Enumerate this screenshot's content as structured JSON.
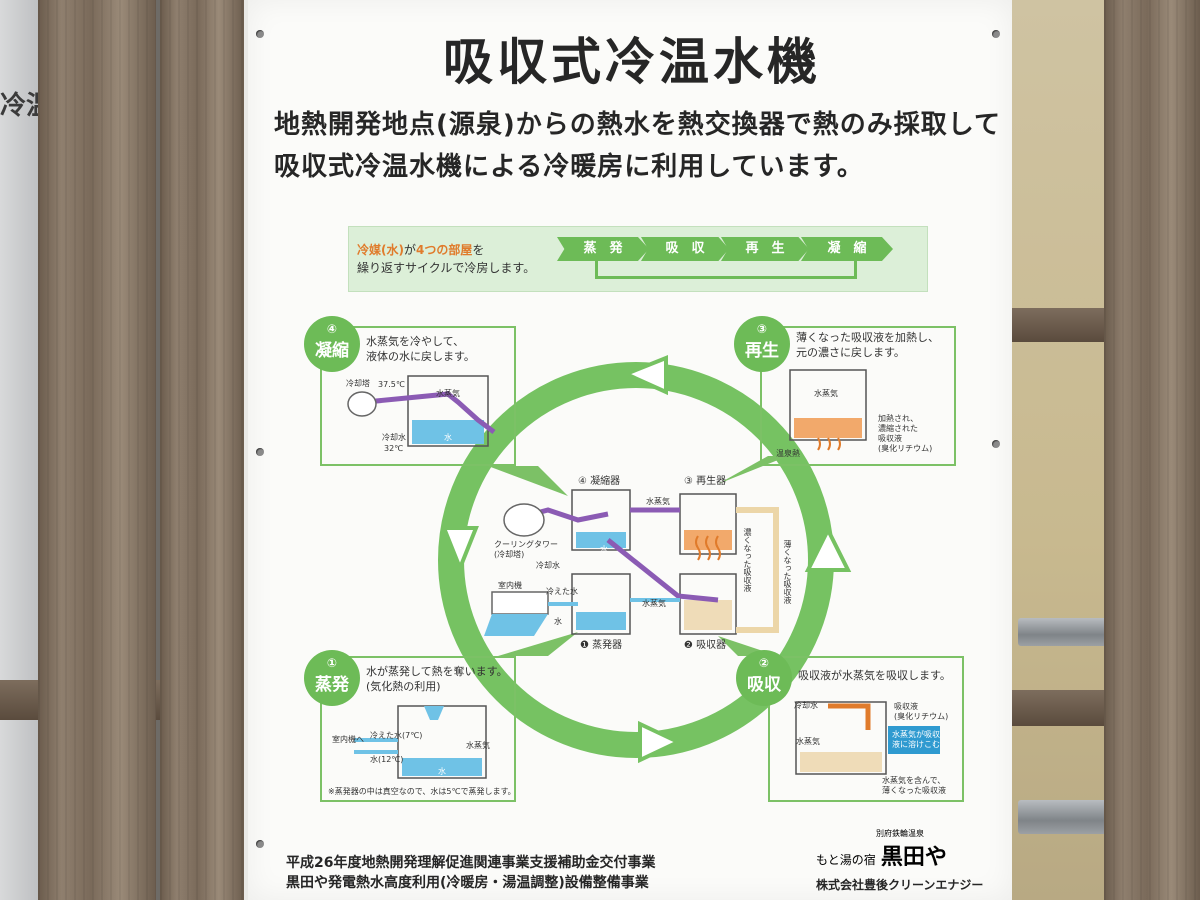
{
  "background": {
    "left_sign_text": "冷温"
  },
  "sign": {
    "title": "吸収式冷温水機",
    "subtitle_line1": "地熱開発地点(源泉)からの熱水を熱交換器で熱のみ採取して",
    "subtitle_line2": "吸収式冷温水機による冷暖房に利用しています。",
    "cycle_strip": {
      "text_refrigerant": "冷媒(水)",
      "text_ga": "が",
      "text_rooms": "4つの部屋",
      "text_wo": "を",
      "text_line2": "繰り返すサイクルで冷房します。",
      "steps": [
        "蒸　発",
        "吸　収",
        "再　生",
        "凝　縮"
      ]
    },
    "panels": {
      "condensation": {
        "num": "④",
        "word": "凝縮",
        "text": [
          "水蒸気を冷やして、",
          "液体の水に戻します。"
        ],
        "labels": {
          "tower": "冷却塔",
          "temp1": "37.5℃",
          "vapor": "水蒸気",
          "cooling_water": "冷却水",
          "temp2": "32℃",
          "water": "水"
        }
      },
      "regeneration": {
        "num": "③",
        "word": "再生",
        "text": [
          "薄くなった吸収液を加熱し、",
          "元の濃さに戻します。"
        ],
        "labels": {
          "vapor": "水蒸気",
          "heated": [
            "加熱され、",
            "濃縮された",
            "吸収液",
            "(臭化リチウム)"
          ],
          "hot_spring_heat": "温泉熱"
        }
      },
      "evaporation": {
        "num": "①",
        "word": "蒸発",
        "text": [
          "水が蒸発して熱を奪います。",
          "(気化熱の利用)"
        ],
        "labels": {
          "indoor": "室内機へ",
          "chilled": "冷えた水(7℃)",
          "water12": "水(12℃)",
          "vapor": "水蒸気",
          "water": "水"
        },
        "note": "※蒸発器の中は真空なので、水は5℃で蒸発します。"
      },
      "absorption": {
        "num": "②",
        "word": "吸収",
        "text": [
          "吸収液が水蒸気を吸収します。"
        ],
        "labels": {
          "cooling_water": "冷却水",
          "vapor": "水蒸気",
          "absorbent": [
            "吸収液",
            "(臭化リチウム)"
          ],
          "absorbs": [
            "水蒸気が吸収",
            "液に溶けこむ"
          ],
          "diluted": [
            "水蒸気を含んで、",
            "薄くなった吸収液"
          ]
        }
      }
    },
    "center": {
      "condenser": "④ 凝縮器",
      "regenerator": "③ 再生器",
      "evaporator": "❶ 蒸発器",
      "absorber": "❷ 吸収器",
      "vapor": "水蒸気",
      "cooling_tower": [
        "クーリングタワー",
        "(冷却塔)"
      ],
      "cooling_water": "冷却水",
      "indoor_unit": "室内機",
      "chilled_water": "冷えた水",
      "water": "水",
      "water_vapor2": "水蒸気",
      "concentrated": "濃くなった吸収液",
      "diluted": "薄くなった吸収液",
      "water_mark": "水"
    },
    "footer": {
      "line1": "平成26年度地熱開発理解促進関連事業支援補助金交付事業",
      "line2": "黒田や発電熱水高度利用(冷暖房・湯温調整)設備整備事業",
      "logo_small": "別府鉄輪温泉",
      "logo_script": "もと湯の宿",
      "logo_main": "黒田や",
      "company": "株式会社豊後クリーンエナジー"
    }
  },
  "colors": {
    "green": "#6dbb57",
    "green_light": "#dcefd8",
    "orange": "#e07b2b",
    "purple": "#8b5bb4",
    "blue": "#5fb6df",
    "tan": "#ecd6a8"
  }
}
